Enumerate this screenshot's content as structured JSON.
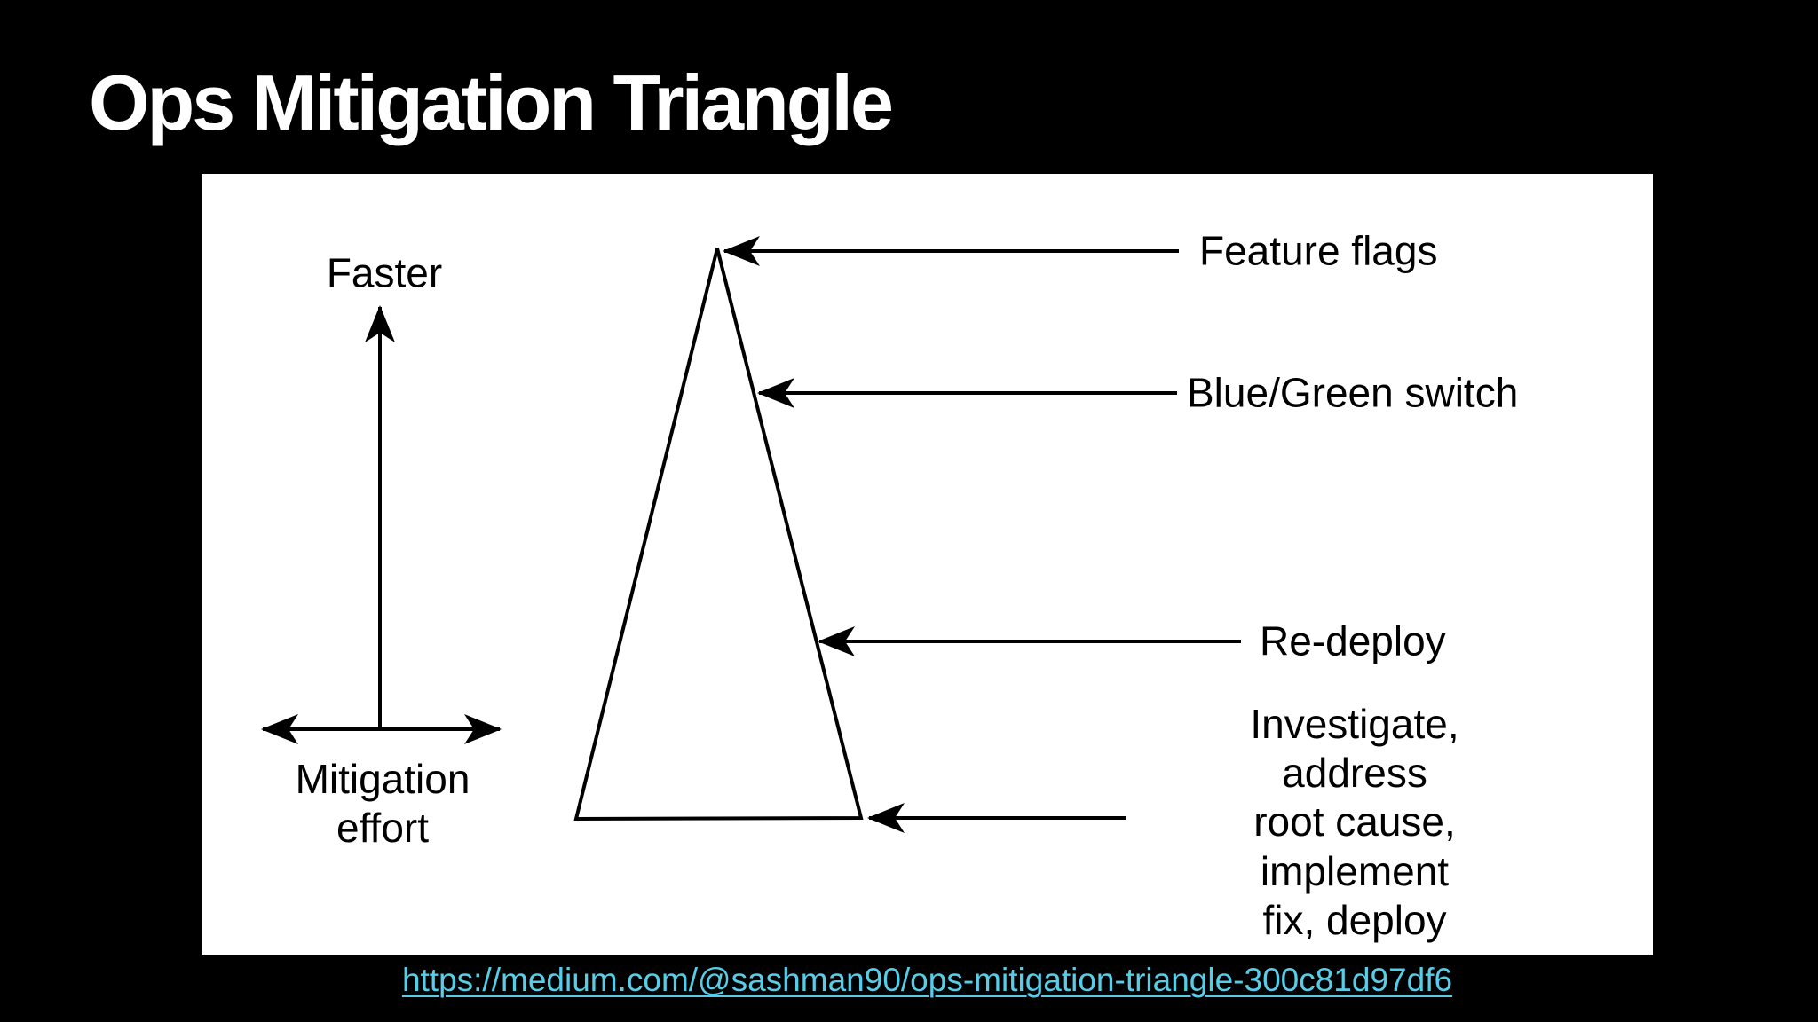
{
  "slide": {
    "title": "Ops Mitigation Triangle",
    "source_url": "https://medium.com/@sashman90/ops-mitigation-triangle-300c81d97df6"
  },
  "diagram": {
    "y_axis_label": "Faster",
    "x_axis_label": "Mitigation\neffort",
    "annotations": {
      "feature_flags": "Feature flags",
      "blue_green": "Blue/Green switch",
      "re_deploy": "Re-deploy",
      "investigate": "Investigate, address\nroot cause, implement\nfix, deploy"
    }
  },
  "colors": {
    "background": "#000000",
    "panel": "#ffffff",
    "stroke": "#000000",
    "title_text": "#ffffff",
    "link": "#58cde8"
  }
}
